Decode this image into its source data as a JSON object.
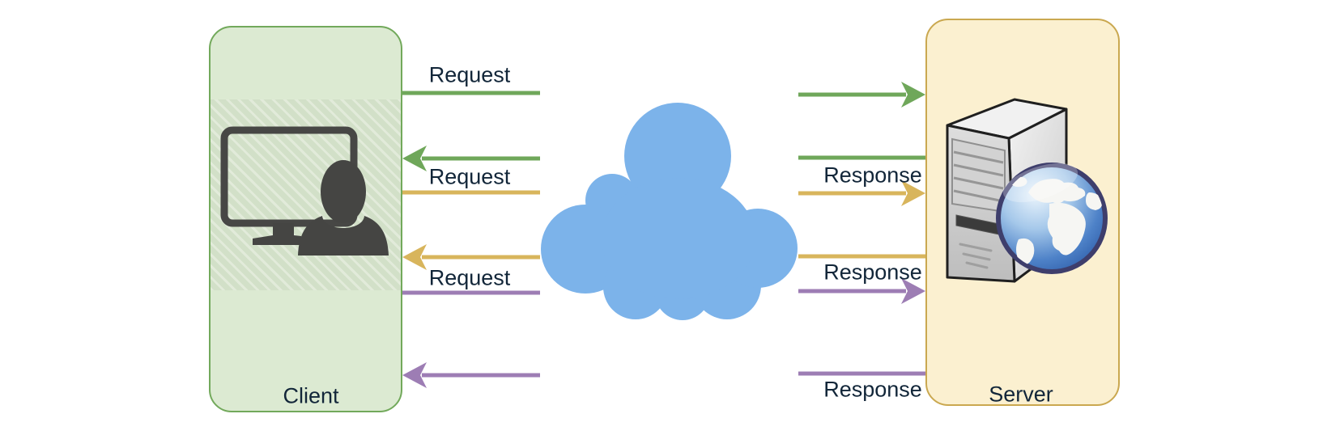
{
  "diagram": {
    "description": "Client and Server exchanging requests and responses through a network cloud"
  },
  "client": {
    "label": "Client",
    "icon": "user-at-monitor-icon"
  },
  "server": {
    "label": "Server",
    "icon": "server-tower-globe-icon"
  },
  "network": {
    "icon": "cloud-icon"
  },
  "messages": [
    {
      "label": "Request",
      "from": "Client",
      "to": "Server",
      "color": "green"
    },
    {
      "label": "Response",
      "from": "Server",
      "to": "Client",
      "color": "green"
    },
    {
      "label": "Request",
      "from": "Client",
      "to": "Server",
      "color": "yellow"
    },
    {
      "label": "Response",
      "from": "Server",
      "to": "Client",
      "color": "yellow"
    },
    {
      "label": "Request",
      "from": "Client",
      "to": "Server",
      "color": "purple"
    },
    {
      "label": "Response",
      "from": "Server",
      "to": "Client",
      "color": "purple"
    }
  ],
  "colors": {
    "arrow-green": "#6FA75A",
    "arrow-yellow": "#D8B55C",
    "arrow-purple": "#9D7DB4",
    "cloud-blue": "#7CB3EA",
    "client-fill": "#DCEAD2",
    "client-border": "#72A95B",
    "server-fill": "#FBF0D0",
    "server-border": "#CAA850",
    "label-text": "#122639",
    "icon-dark": "#454543"
  }
}
